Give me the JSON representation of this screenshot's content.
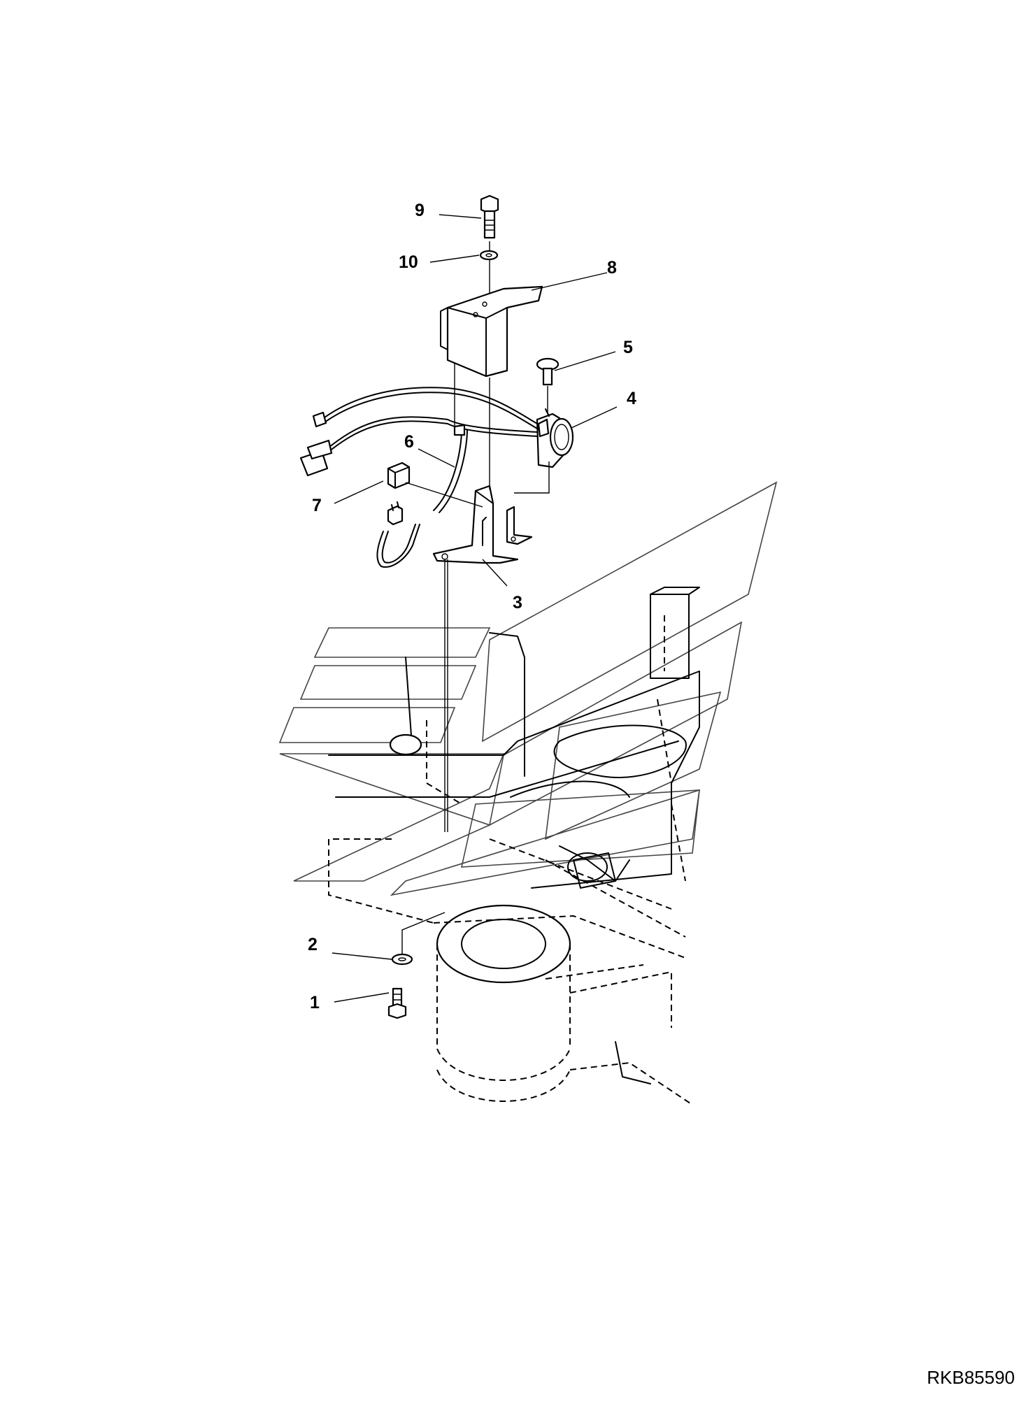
{
  "diagram": {
    "reference_code": "RKB85590",
    "callouts": [
      {
        "id": "1",
        "label": "1"
      },
      {
        "id": "2",
        "label": "2"
      },
      {
        "id": "3",
        "label": "3"
      },
      {
        "id": "4",
        "label": "4"
      },
      {
        "id": "5",
        "label": "5"
      },
      {
        "id": "6",
        "label": "6"
      },
      {
        "id": "7",
        "label": "7"
      },
      {
        "id": "8",
        "label": "8"
      },
      {
        "id": "9",
        "label": "9"
      },
      {
        "id": "10",
        "label": "10"
      }
    ]
  }
}
